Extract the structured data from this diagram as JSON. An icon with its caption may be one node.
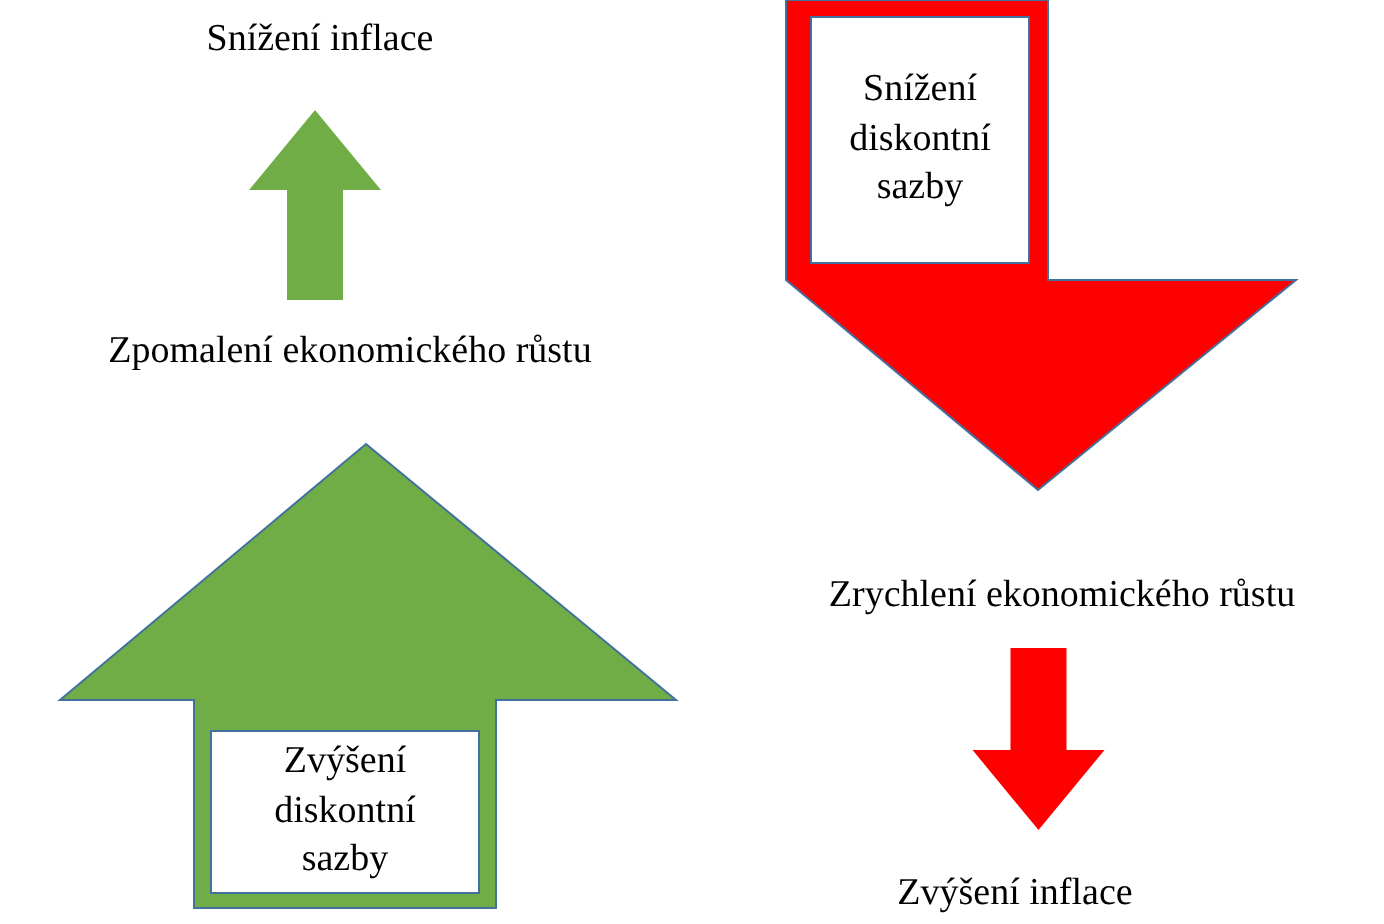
{
  "diagram": {
    "nodes": [
      {
        "text": [],
        "shape": "arrow"
      },
      {
        "text": [
          "Zvýšení diskontní sazby"
        ],
        "in": 0
      },
      {
        "text": [
          "Zpomalení ekonomického růstu"
        ]
      },
      {
        "text": [
          "Snížení inflace"
        ]
      },
      {
        "text": [],
        "shape": "arrow"
      },
      {
        "text": [
          "Snížení diskontní sazby"
        ],
        "in": 4
      },
      {
        "text": [
          "Zrychlení ekonomického růstu"
        ]
      },
      {
        "text": [
          "Zvýšení inflace"
        ]
      }
    ],
    "edges": [
      {
        "from": 2,
        "to": 3,
        "arrow": "to",
        "color": "#70ad47"
      },
      {
        "from": 6,
        "to": 7,
        "arrow": "to",
        "color": "#ff0000"
      }
    ]
  }
}
